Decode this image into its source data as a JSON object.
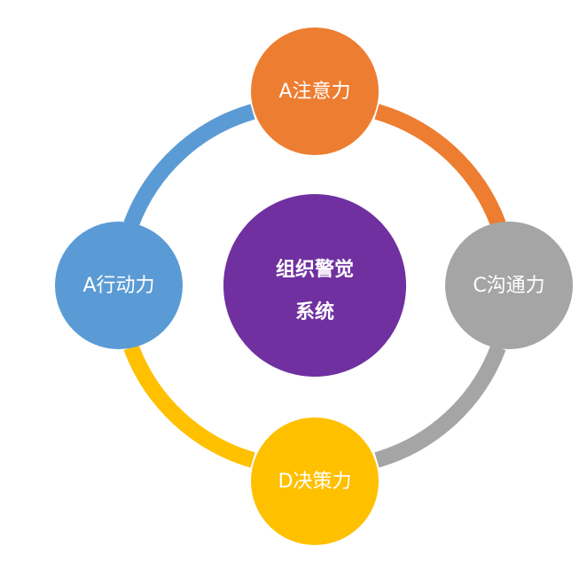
{
  "center": {
    "line1": "组织警觉",
    "line2": "系统",
    "color": "#7030a0"
  },
  "nodes": {
    "top": {
      "label": "A注意力",
      "color": "#ed7d31"
    },
    "right": {
      "label": "C沟通力",
      "color": "#a5a5a5"
    },
    "bottom": {
      "label": "D决策力",
      "color": "#ffc000"
    },
    "left": {
      "label": "A行动力",
      "color": "#5b9bd5"
    }
  }
}
